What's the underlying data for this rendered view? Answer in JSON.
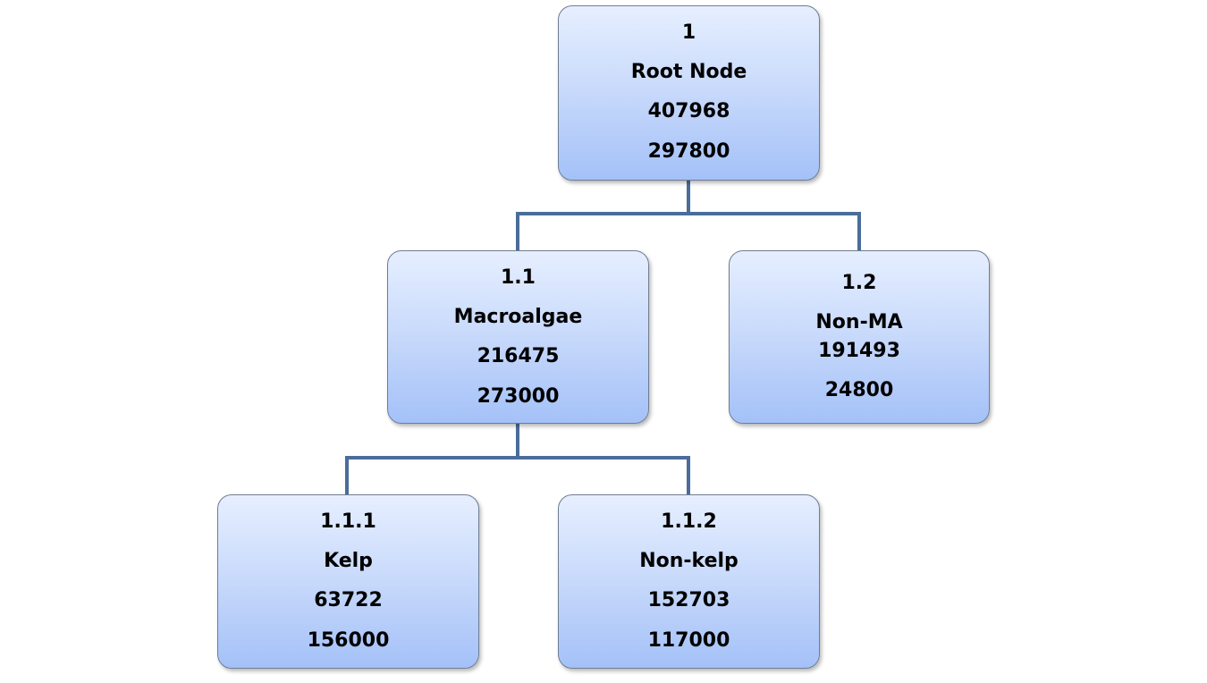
{
  "tree": {
    "root": {
      "id": "1",
      "label": "Root Node",
      "value_a": "407968",
      "value_b": "297800"
    },
    "macroalgae": {
      "id": "1.1",
      "label": "Macroalgae",
      "value_a": "216475",
      "value_b": "273000"
    },
    "non_ma": {
      "id": "1.2",
      "label": "Non-MA",
      "value_a": "191493",
      "value_b": "24800"
    },
    "kelp": {
      "id": "1.1.1",
      "label": "Kelp",
      "value_a": "63722",
      "value_b": "156000"
    },
    "non_kelp": {
      "id": "1.1.2",
      "label": "Non-kelp",
      "value_a": "152703",
      "value_b": "117000"
    }
  },
  "colors": {
    "connector": "#4a6d9a",
    "node_border": "#6f7d92",
    "node_fill_top": "#e6efff",
    "node_fill_bottom": "#a4c1f8"
  }
}
